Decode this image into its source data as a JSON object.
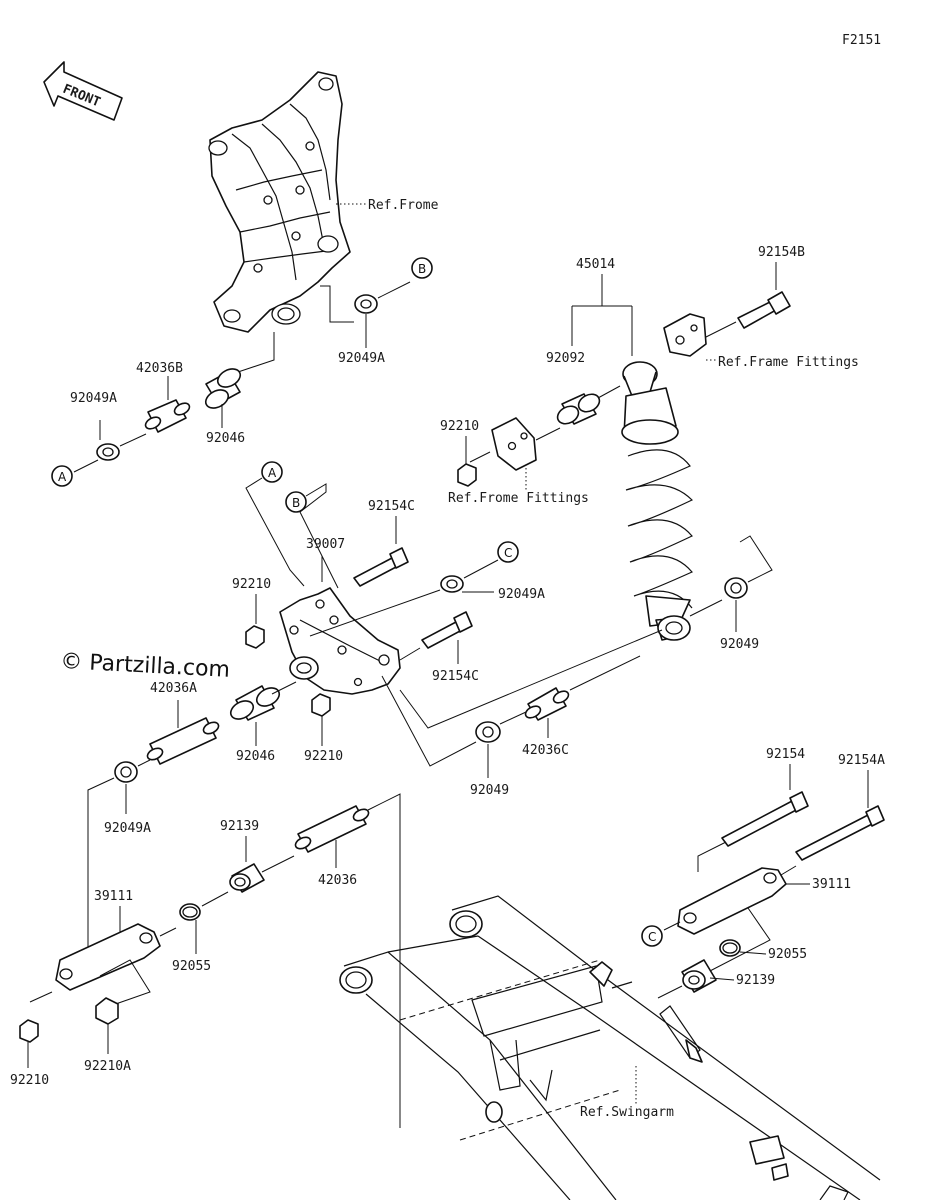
{
  "figure_code": "F2151",
  "front_label": "FRONT",
  "watermark": "© Partzilla.com",
  "ref_labels": {
    "frame": "Ref.Frome",
    "frame_fittings_1": "Ref.Frame Fittings",
    "frame_fittings_2": "Ref.Frome Fittings",
    "swingarm": "Ref.Swingarm"
  },
  "callouts": {
    "A1": "A",
    "A2": "A",
    "B1": "B",
    "B2": "B",
    "C1": "C",
    "C2": "C"
  },
  "parts": {
    "p45014": "45014",
    "p92154B": "92154B",
    "p92049A_top": "92049A",
    "p42036B": "42036B",
    "p92049A_left": "92049A",
    "p92046_top": "92046",
    "p92092": "92092",
    "p92210_top": "92210",
    "p92154C_top": "92154C",
    "p39007": "39007",
    "p92210_mid": "92210",
    "p92049A_mid": "92049A",
    "p92049_right": "92049",
    "p92154C_mid": "92154C",
    "p42036A": "42036A",
    "p92046_mid": "92046",
    "p92210_low": "92210",
    "p92049_low": "92049",
    "p42036C": "42036C",
    "p92049A_low": "92049A",
    "p92139_mid": "92139",
    "p42036": "42036",
    "p92154": "92154",
    "p92154A": "92154A",
    "p39111_left": "39111",
    "p39111_right": "39111",
    "p92055_left": "92055",
    "p92055_right": "92055",
    "p92139_right": "92139",
    "p92210_bl": "92210",
    "p92210A": "92210A"
  }
}
